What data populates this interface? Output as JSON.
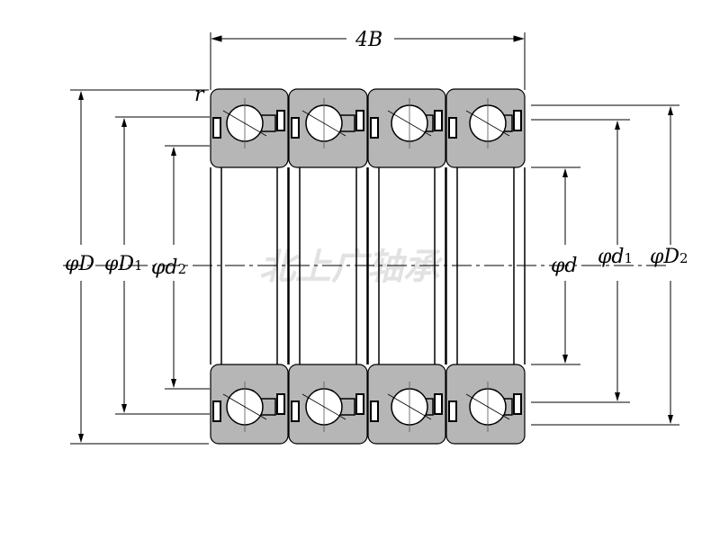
{
  "title": "Quadruplex angular contact ball bearing dimension drawing",
  "watermark": "北上广轴承",
  "labels": {
    "width": "4B",
    "radius": "r",
    "outer_diameter": "φD",
    "outer_ring_shoulder": "φD",
    "outer_ring_shoulder_sub": "1",
    "inner_shoulder": "φd",
    "inner_shoulder_sub": "2",
    "bore": "φd",
    "inner_ring_shoulder": "φd",
    "inner_ring_shoulder_sub": "1",
    "seal_diameter": "φD",
    "seal_diameter_sub": "2"
  },
  "colors": {
    "ring": "#b6b6b6",
    "line": "#000000",
    "watermark": "#e2e2e2"
  }
}
